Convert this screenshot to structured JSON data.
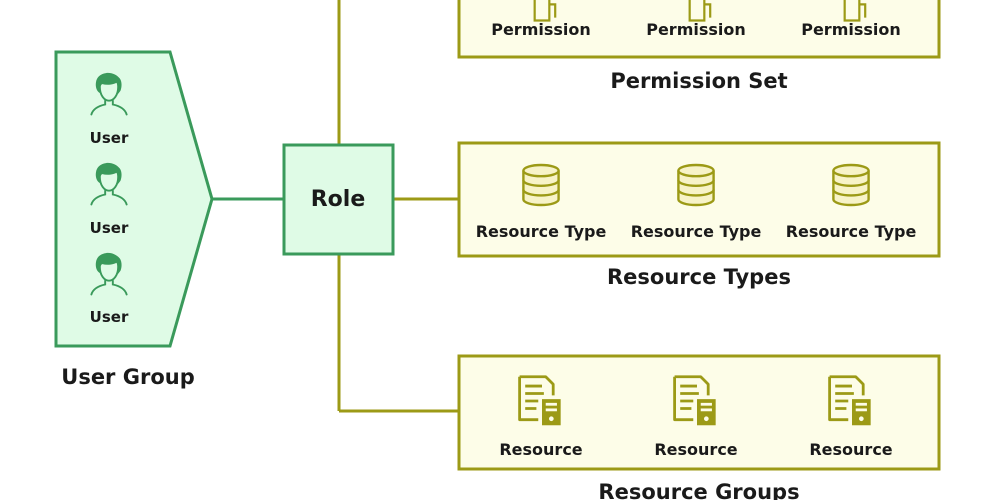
{
  "colors": {
    "green": "#3a9a5b",
    "green_fill": "#dffbe6",
    "olive": "#9c9a16",
    "olive_fill": "#fdfde8",
    "text": "#1a1a1a"
  },
  "user_group": {
    "label": "User Group",
    "users": [
      {
        "label": "User",
        "icon": "user-icon"
      },
      {
        "label": "User",
        "icon": "user-icon"
      },
      {
        "label": "User",
        "icon": "user-icon"
      }
    ]
  },
  "role": {
    "label": "Role"
  },
  "permission_set": {
    "label": "Permission Set",
    "items": [
      {
        "label": "Permission",
        "icon": "permission-icon"
      },
      {
        "label": "Permission",
        "icon": "permission-icon"
      },
      {
        "label": "Permission",
        "icon": "permission-icon"
      }
    ]
  },
  "resource_types": {
    "label": "Resource Types",
    "items": [
      {
        "label": "Resource Type",
        "icon": "database-icon"
      },
      {
        "label": "Resource Type",
        "icon": "database-icon"
      },
      {
        "label": "Resource Type",
        "icon": "database-icon"
      }
    ]
  },
  "resource_groups": {
    "label": "Resource Groups",
    "items": [
      {
        "label": "Resource",
        "icon": "resource-server-icon"
      },
      {
        "label": "Resource",
        "icon": "resource-server-icon"
      },
      {
        "label": "Resource",
        "icon": "resource-server-icon"
      }
    ]
  }
}
